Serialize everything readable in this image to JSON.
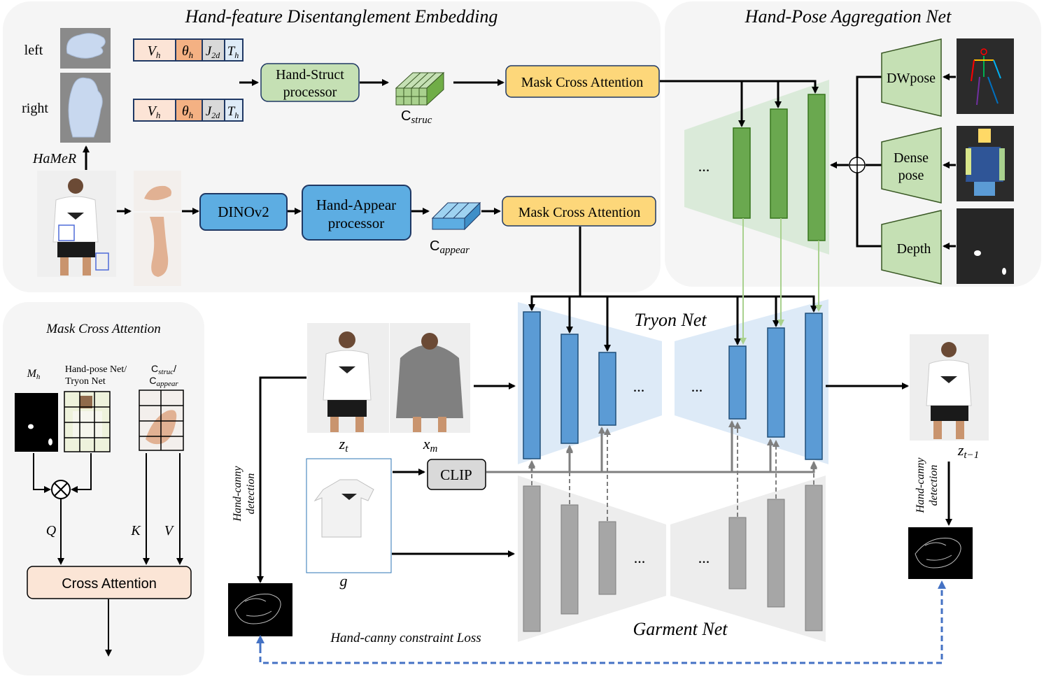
{
  "panels": {
    "hde_title": "Hand-feature Disentanglement Embedding",
    "hpa_title": "Hand-Pose Aggregation Net",
    "mca_title": "Mask Cross Attention"
  },
  "hamer": {
    "left_label": "left",
    "right_label": "right",
    "hamer_label": "HaMeR"
  },
  "params": {
    "v": "V",
    "v_sub": "h",
    "theta": "θ",
    "theta_sub": "h",
    "j": "J",
    "j_sub": "2d",
    "t": "T",
    "t_sub": "h"
  },
  "blocks": {
    "hand_struct_line1": "Hand-Struct",
    "hand_struct_line2": "processor",
    "c_struc": "C",
    "c_struc_sub": "struc",
    "mca_top": "Mask Cross Attention",
    "dinov2": "DINOv2",
    "hand_appear_line1": "Hand-Appear",
    "hand_appear_line2": "processor",
    "c_appear": "C",
    "c_appear_sub": "appear",
    "mca_bottom": "Mask Cross Attention",
    "dwpose": "DWpose",
    "dense_line1": "Dense",
    "dense_line2": "pose",
    "depth": "Depth",
    "dots": "..."
  },
  "nets": {
    "tryon": "Tryon Net",
    "garment": "Garment Net",
    "clip": "CLIP",
    "z_t": "z",
    "z_t_sub": "t",
    "x_m": "x",
    "x_m_sub": "m",
    "g": "g",
    "z_t1": "z",
    "z_t1_sub": "t−1",
    "hand_canny_line1": "Hand-canny",
    "hand_canny_line2": "detection",
    "loss": "Hand-canny constraint Loss"
  },
  "mca_detail": {
    "m_h": "M",
    "m_h_sub": "h",
    "hp_line1": "Hand-pose Net/",
    "hp_line2": "Tryon Net",
    "cs_line1": "C",
    "cs_line1_sub": "struc",
    "cs_line1_tail": "/",
    "cs_line2": "C",
    "cs_line2_sub": "appear",
    "q": "Q",
    "k": "K",
    "v": "V",
    "cross_attention": "Cross Attention"
  },
  "colors": {
    "green_box": "#d5e8d4",
    "green_bar": "#6aa84f",
    "blue_box": "#5dade2",
    "blue_bar": "#5b9bd5",
    "yellow_box": "#fdd77a",
    "gray_bar": "#a6a6a6",
    "peach_box": "#fbe5d6"
  }
}
